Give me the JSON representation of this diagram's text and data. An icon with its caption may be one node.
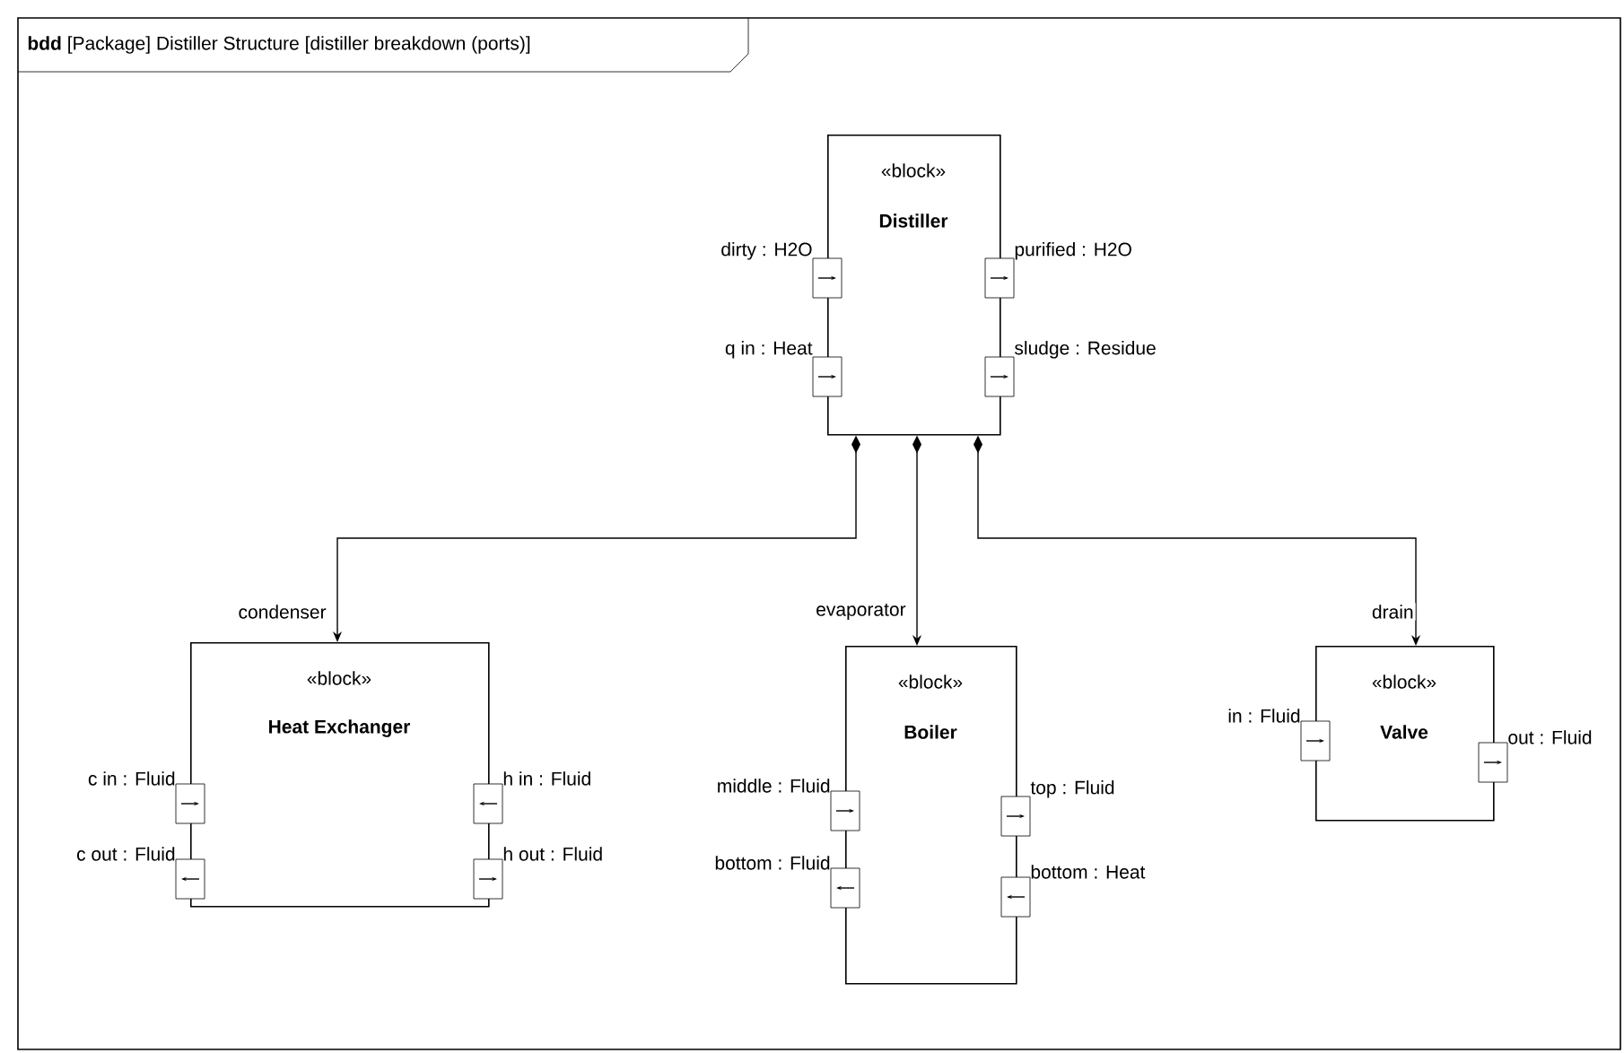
{
  "diagram": {
    "title": "**bdd** [Package] Distiller Structure [distiller breakdown (ports)]",
    "nodes": [
      {
        "text": [
          "«block»",
          "Distiller"
        ]
      },
      {
        "text": [],
        "shape": "box",
        "beside": [
          "dirty : H2O"
        ]
      },
      {
        "text": [],
        "shape": "box",
        "beside": [
          "purified : H2O"
        ]
      },
      {
        "text": [],
        "shape": "box",
        "beside": [
          "q in : Heat"
        ]
      },
      {
        "text": [],
        "shape": "box",
        "beside": [
          "sludge : Residue"
        ]
      },
      {
        "text": [
          "«block»",
          "Heat Exchanger"
        ]
      },
      {
        "text": [],
        "shape": "box",
        "beside": [
          "c in : Fluid"
        ]
      },
      {
        "text": [],
        "shape": "box",
        "beside": [
          "h in : Fluid"
        ]
      },
      {
        "text": [],
        "shape": "box",
        "beside": [
          "c out : Fluid"
        ]
      },
      {
        "text": [],
        "shape": "box",
        "beside": [
          "h out : Fluid"
        ]
      },
      {
        "text": [
          "«block»",
          "Boiler"
        ]
      },
      {
        "text": [],
        "shape": "box",
        "beside": [
          "middle : Fluid"
        ]
      },
      {
        "text": [],
        "shape": "box",
        "beside": [
          "top : Fluid"
        ]
      },
      {
        "text": [],
        "shape": "box",
        "beside": [
          "bottom : Fluid"
        ]
      },
      {
        "text": [],
        "shape": "box",
        "beside": [
          "bottom : Heat"
        ]
      },
      {
        "text": [
          "«block»",
          "Valve"
        ]
      },
      {
        "text": [],
        "shape": "box",
        "beside": [
          "in : Fluid"
        ]
      },
      {
        "text": [],
        "shape": "box",
        "beside": [
          "out : Fluid"
        ]
      }
    ],
    "edges": [
      {
        "from": 0,
        "to": 5,
        "arrow": "to",
        "label": "condenser"
      },
      {
        "from": 0,
        "to": 10,
        "arrow": "to",
        "label": "evaporator"
      },
      {
        "from": 0,
        "to": 15,
        "arrow": "to",
        "label": "drain"
      }
    ]
  }
}
